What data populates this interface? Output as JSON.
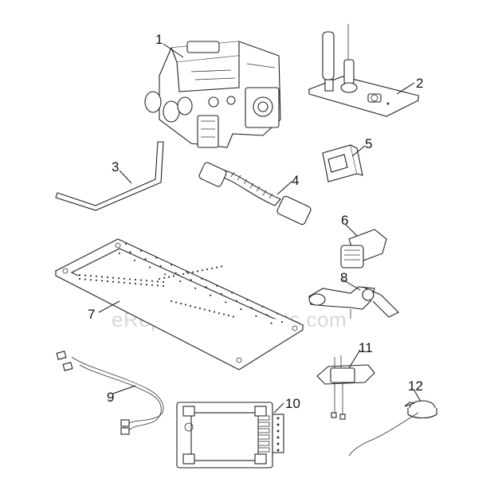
{
  "watermark": "eReplacementParts.com",
  "callouts": [
    "1",
    "2",
    "3",
    "4",
    "5",
    "6",
    "7",
    "8",
    "9",
    "10",
    "11",
    "12"
  ]
}
